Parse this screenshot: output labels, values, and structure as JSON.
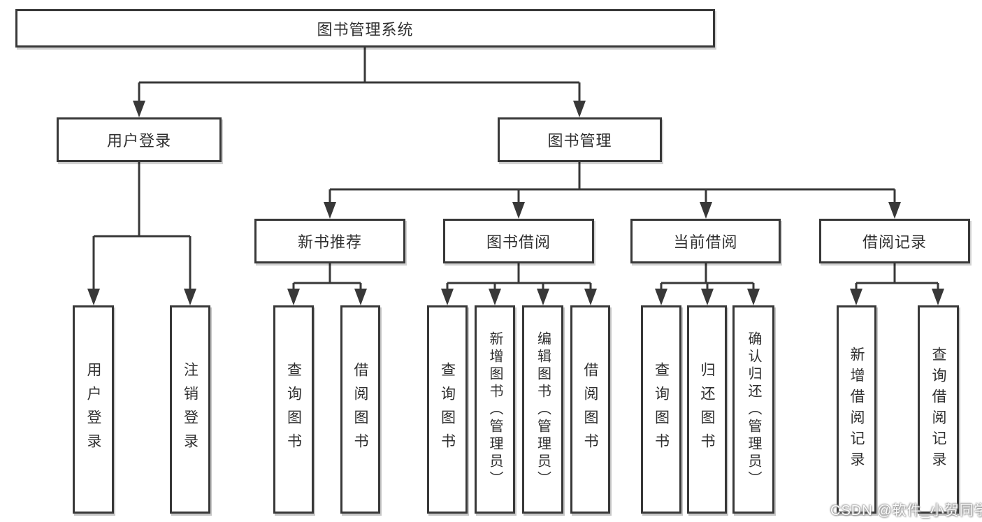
{
  "title": "图书管理系统",
  "watermark": "CSDN @软件_小贺同学",
  "colors": {
    "line": "#383838",
    "border": "#383838",
    "text": "#2f2f2f",
    "background": "#ffffff",
    "watermark_text": "#ffffff"
  },
  "nodes": {
    "root": {
      "label": "图书管理系统"
    },
    "level2": [
      {
        "label": "用户登录"
      },
      {
        "label": "图书管理"
      }
    ],
    "level3": [
      {
        "label": "新书推荐",
        "parent": "图书管理"
      },
      {
        "label": "图书借阅",
        "parent": "图书管理"
      },
      {
        "label": "当前借阅",
        "parent": "图书管理"
      },
      {
        "label": "借阅记录",
        "parent": "图书管理"
      }
    ],
    "leaves": [
      {
        "label": "用户登录",
        "parent": "用户登录"
      },
      {
        "label": "注销登录",
        "parent": "用户登录"
      },
      {
        "label": "查询图书",
        "parent": "新书推荐"
      },
      {
        "label": "借阅图书",
        "parent": "新书推荐"
      },
      {
        "label": "查询图书",
        "parent": "图书借阅"
      },
      {
        "label": "新增图书（管理员）",
        "parent": "图书借阅"
      },
      {
        "label": "编辑图书（管理员）",
        "parent": "图书借阅"
      },
      {
        "label": "借阅图书",
        "parent": "图书借阅"
      },
      {
        "label": "查询图书",
        "parent": "当前借阅"
      },
      {
        "label": "归还图书",
        "parent": "当前借阅"
      },
      {
        "label": "确认归还（管理员）",
        "parent": "当前借阅"
      },
      {
        "label": "新增借阅记录",
        "parent": "借阅记录"
      },
      {
        "label": "查询借阅记录",
        "parent": "借阅记录"
      }
    ]
  }
}
